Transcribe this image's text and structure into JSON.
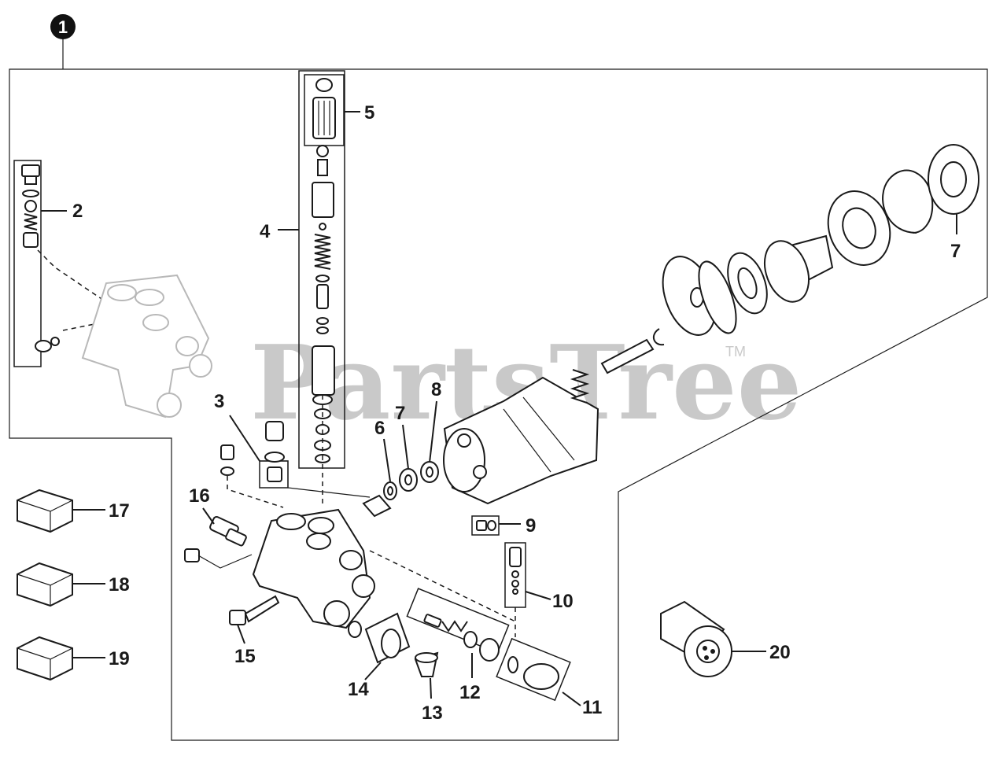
{
  "diagram": {
    "watermark": "PartsTree",
    "trademark": "TM",
    "assembly_marker": "1",
    "callouts": {
      "c2": "2",
      "c3": "3",
      "c4": "4",
      "c5": "5",
      "c6": "6",
      "c7a": "7",
      "c7b": "7",
      "c8": "8",
      "c9": "9",
      "c10": "10",
      "c11": "11",
      "c12": "12",
      "c13": "13",
      "c14": "14",
      "c15": "15",
      "c16": "16",
      "c17": "17",
      "c18": "18",
      "c19": "19",
      "c20": "20"
    },
    "colors": {
      "line": "#1a1a1a",
      "watermark": "#c9c9c9",
      "ghost": "#b8b8b8",
      "background": "#ffffff"
    }
  }
}
